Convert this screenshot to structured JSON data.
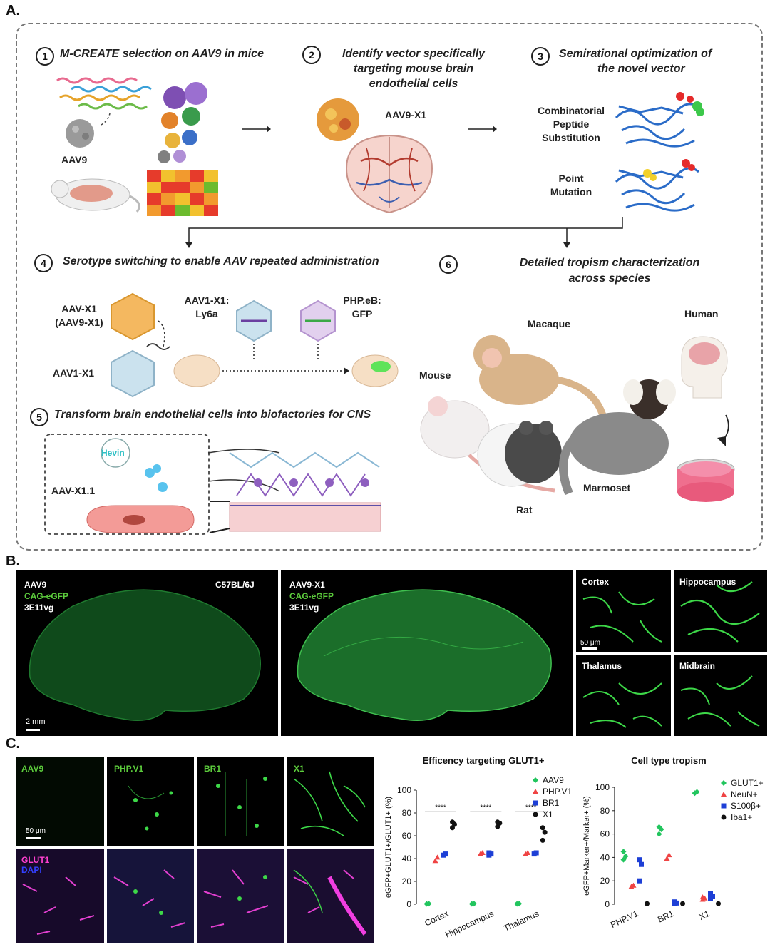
{
  "panels": {
    "a": "A.",
    "b": "B.",
    "c": "C."
  },
  "panelA": {
    "step1": {
      "num": "1",
      "title": "M-CREATE selection on AAV9 in mice",
      "aav9": "AAV9"
    },
    "step2": {
      "num": "2",
      "title_line1": "Identify vector specifically",
      "title_line2": "targeting mouse brain",
      "title_line3": "endothelial cells",
      "vector": "AAV9-X1"
    },
    "step3": {
      "num": "3",
      "title_line1": "Semirational optimization of",
      "title_line2": "the novel vector",
      "combo_line1": "Combinatorial",
      "combo_line2": "Peptide",
      "combo_line3": "Substitution",
      "point_line1": "Point",
      "point_line2": "Mutation"
    },
    "step4": {
      "num": "4",
      "title": "Serotype switching to enable AAV repeated administration",
      "aavx1_line1": "AAV-X1",
      "aavx1_line2": "(AAV9-X1)",
      "aav1x1": "AAV1-X1",
      "ly6a_line1": "AAV1-X1:",
      "ly6a_line2": "Ly6a",
      "phpeb_line1": "PHP.eB:",
      "phpeb_line2": "GFP"
    },
    "step5": {
      "num": "5",
      "title": "Transform brain endothelial cells into biofactories for CNS",
      "hevin": "Hevin",
      "vector": "AAV-X1.1"
    },
    "step6": {
      "num": "6",
      "title_line1": "Detailed tropism characterization",
      "title_line2": "across species",
      "macaque": "Macaque",
      "human": "Human",
      "mouse": "Mouse",
      "rat": "Rat",
      "marmoset": "Marmoset"
    }
  },
  "panelB": {
    "left": {
      "line1": "AAV9",
      "line2": "CAG-eGFP",
      "line3": "3E11vg",
      "strain": "C57BL/6J",
      "scale": "2 mm"
    },
    "mid": {
      "line1": "AAV9-X1",
      "line2": "CAG-eGFP",
      "line3": "3E11vg"
    },
    "tiles": {
      "cortex": "Cortex",
      "hippocampus": "Hippocampus",
      "thalamus": "Thalamus",
      "midbrain": "Midbrain",
      "scale": "50 μm"
    }
  },
  "panelC": {
    "images": {
      "aav9": "AAV9",
      "phpv1": "PHP.V1",
      "br1": "BR1",
      "x1": "X1",
      "scale": "50 μm",
      "glut1": "GLUT1",
      "dapi": "DAPI"
    }
  },
  "colors": {
    "aav9": "#22c55e",
    "phpv1": "#ef4444",
    "br1": "#1d3fd6",
    "x1": "#111111",
    "glut1": "#22c55e",
    "neun": "#ef4444",
    "s100b": "#1d3fd6",
    "iba1": "#111111"
  },
  "chart_data": [
    {
      "type": "scatter",
      "title": "Efficency targeting GLUT1+",
      "ylabel": "eGFP+GLUT1+/GLUT1+ (%)",
      "ylim": [
        0,
        100
      ],
      "yticks": [
        "0",
        "20",
        "40",
        "60",
        "80",
        "100"
      ],
      "categories": [
        "Cortex",
        "Hippocampus",
        "Thalamus"
      ],
      "significance": [
        "****",
        "****",
        "****"
      ],
      "series": [
        {
          "name": "AAV9",
          "color": "#22c55e",
          "marker": "diamond",
          "values": [
            [
              0.3,
              0.5
            ],
            [
              0.3,
              0.5
            ],
            [
              0.3,
              0.5
            ]
          ]
        },
        {
          "name": "PHP.V1",
          "color": "#ef4444",
          "marker": "triangle",
          "values": [
            [
              38,
              41
            ],
            [
              44,
              45
            ],
            [
              44,
              45
            ]
          ]
        },
        {
          "name": "BR1",
          "color": "#1d3fd6",
          "marker": "square",
          "values": [
            [
              43,
              44
            ],
            [
              43,
              44,
              45
            ],
            [
              44,
              45
            ]
          ]
        },
        {
          "name": "X1",
          "color": "#111111",
          "marker": "circle",
          "values": [
            [
              67,
              70,
              72
            ],
            [
              68,
              71,
              72
            ],
            [
              56,
              63,
              67
            ]
          ]
        }
      ]
    },
    {
      "type": "scatter",
      "title": "Cell type tropism",
      "ylabel": "eGFP+Marker+/Marker+ (%)",
      "ylim": [
        0,
        100
      ],
      "yticks": [
        "0",
        "20",
        "40",
        "60",
        "80",
        "100"
      ],
      "categories": [
        "PHP.V1",
        "BR1",
        "X1"
      ],
      "series": [
        {
          "name": "GLUT1+",
          "color": "#22c55e",
          "marker": "diamond",
          "values": [
            [
              38,
              41,
              45
            ],
            [
              60,
              64,
              66
            ],
            [
              95,
              96
            ]
          ]
        },
        {
          "name": "NeuN+",
          "color": "#ef4444",
          "marker": "triangle",
          "values": [
            [
              15,
              16
            ],
            [
              39,
              42
            ],
            [
              4,
              5,
              6
            ]
          ]
        },
        {
          "name": "S100β+",
          "color": "#1d3fd6",
          "marker": "square",
          "values": [
            [
              20,
              34,
              38
            ],
            [
              0.5,
              1,
              2
            ],
            [
              5,
              7,
              9
            ]
          ]
        },
        {
          "name": "Iba1+",
          "color": "#111111",
          "marker": "circle",
          "values": [
            [
              0.5
            ],
            [
              0.5
            ],
            [
              0.5
            ]
          ]
        }
      ]
    }
  ]
}
